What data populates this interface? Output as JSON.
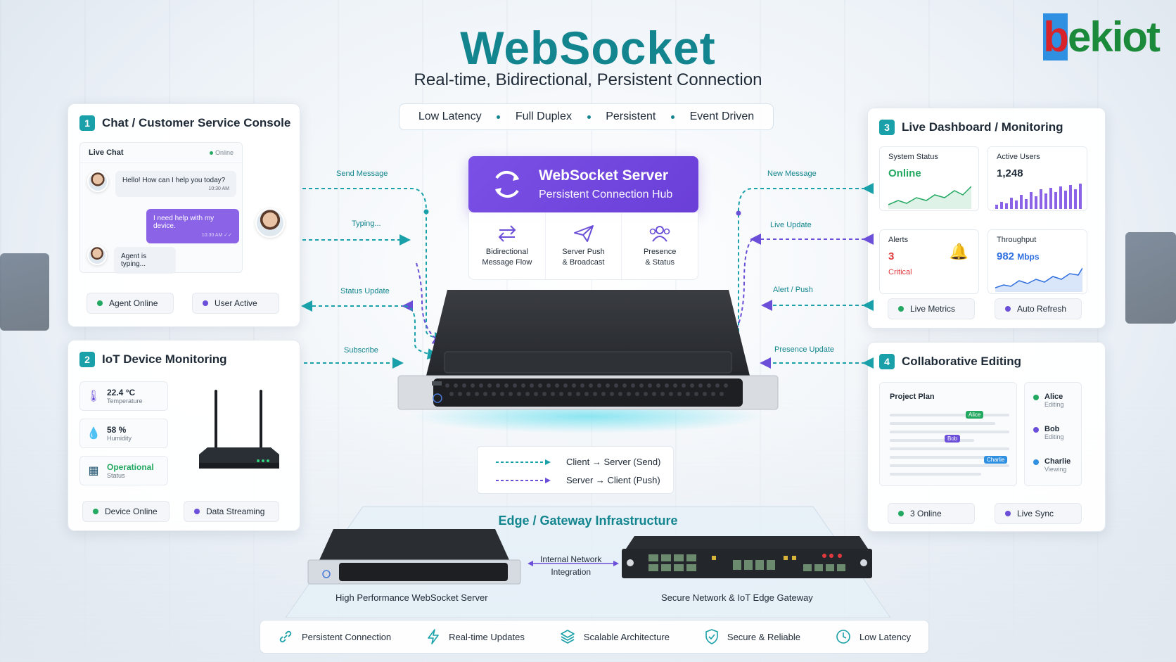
{
  "header": {
    "title": "WebSocket",
    "subtitle": "Real-time, Bidirectional, Persistent Connection",
    "pills": [
      "Low Latency",
      "Full Duplex",
      "Persistent",
      "Event Driven"
    ],
    "logo_accent": "b",
    "logo_rest": "ekiot"
  },
  "chat": {
    "num": "1",
    "title": "Chat / Customer Service Console",
    "box_title": "Live Chat",
    "status": "Online",
    "msg1": "Hello! How can I help you today?",
    "time1": "10:30 AM",
    "msg2": "I need help with my device.",
    "time2": "10:30 AM ✓✓",
    "typing": "Agent is typing...",
    "chip1": "Agent Online",
    "chip2": "User Active"
  },
  "iot": {
    "num": "2",
    "title": "IoT Device Monitoring",
    "items": [
      {
        "value": "22.4 °C",
        "label": "Temperature"
      },
      {
        "value": "58 %",
        "label": "Humidity"
      },
      {
        "value": "Operational",
        "label": "Status"
      }
    ],
    "chip1": "Device Online",
    "chip2": "Data Streaming"
  },
  "dashboard": {
    "num": "3",
    "title": "Live Dashboard / Monitoring",
    "system_status_label": "System Status",
    "system_status_value": "Online",
    "active_users_label": "Active Users",
    "active_users_value": "1,248",
    "alerts_label": "Alerts",
    "alerts_value": "3",
    "alerts_sub": "Critical",
    "throughput_label": "Throughput",
    "throughput_value": "982",
    "throughput_unit": "Mbps",
    "chip1": "Live Metrics",
    "chip2": "Auto Refresh"
  },
  "collab": {
    "num": "4",
    "title": "Collaborative Editing",
    "doc_title": "Project Plan",
    "tags": [
      "Alice",
      "Bob",
      "Charlie"
    ],
    "users": [
      {
        "name": "Alice",
        "status": "Editing"
      },
      {
        "name": "Bob",
        "status": "Editing"
      },
      {
        "name": "Charlie",
        "status": "Viewing"
      }
    ],
    "chip1": "3 Online",
    "chip2": "Live Sync"
  },
  "server": {
    "title": "WebSocket Server",
    "subtitle": "Persistent Connection Hub",
    "feat1_a": "Bidirectional",
    "feat1_b": "Message Flow",
    "feat2_a": "Server Push",
    "feat2_b": "& Broadcast",
    "feat3_a": "Presence",
    "feat3_b": "& Status"
  },
  "flows_left": [
    "Send Message",
    "Typing...",
    "Status Update",
    "Subscribe"
  ],
  "flows_right": [
    "New Message",
    "Live Update",
    "Alert / Push",
    "Presence Update"
  ],
  "legend": {
    "send": "Client → Server (Send)",
    "push": "Server → Client (Push)"
  },
  "edge": {
    "title": "Edge / Gateway Infrastructure",
    "link_a": "Internal Network",
    "link_b": "Integration",
    "server_label": "High Performance WebSocket Server",
    "gateway_label": "Secure Network & IoT Edge Gateway"
  },
  "features": [
    "Persistent Connection",
    "Real-time Updates",
    "Scalable Architecture",
    "Secure & Reliable",
    "Low Latency"
  ],
  "colors": {
    "teal": "#12858f",
    "purple": "#6a3fd8",
    "green": "#22a860",
    "red": "#e0393e",
    "blue": "#2f6fe0"
  }
}
